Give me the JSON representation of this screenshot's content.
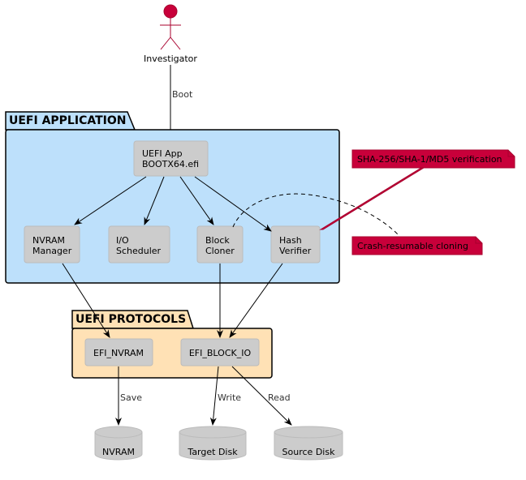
{
  "actor": {
    "label": "Investigator"
  },
  "packages": {
    "uefi_app": {
      "title": "UEFI APPLICATION"
    },
    "uefi_proto": {
      "title": "UEFI PROTOCOLS"
    }
  },
  "nodes": {
    "app": {
      "line1": "UEFI App",
      "line2": "BOOTX64.efi"
    },
    "nvram_mgr": {
      "line1": "NVRAM",
      "line2": "Manager"
    },
    "io_sched": {
      "line1": "I/O",
      "line2": "Scheduler"
    },
    "block_cln": {
      "line1": "Block",
      "line2": "Cloner"
    },
    "hash_ver": {
      "line1": "Hash",
      "line2": "Verifier"
    },
    "efi_nvram": {
      "line1": "EFI_NVRAM"
    },
    "efi_block": {
      "line1": "EFI_BLOCK_IO"
    }
  },
  "databases": {
    "nvram": {
      "label": "NVRAM"
    },
    "target": {
      "label": "Target Disk"
    },
    "source": {
      "label": "Source Disk"
    }
  },
  "edges": {
    "boot": "Boot",
    "save": "Save",
    "write": "Write",
    "read": "Read"
  },
  "notes": {
    "hash_note": "SHA-256/SHA-1/MD5 verification",
    "clone_note": "Crash-resumable cloning"
  },
  "colors": {
    "actor": "#c8003a",
    "app_pkg_fill": "#bde0fb",
    "proto_pkg_fill": "#ffe1b5",
    "node_fill": "#cccccc",
    "note_fill": "#c8003a"
  }
}
